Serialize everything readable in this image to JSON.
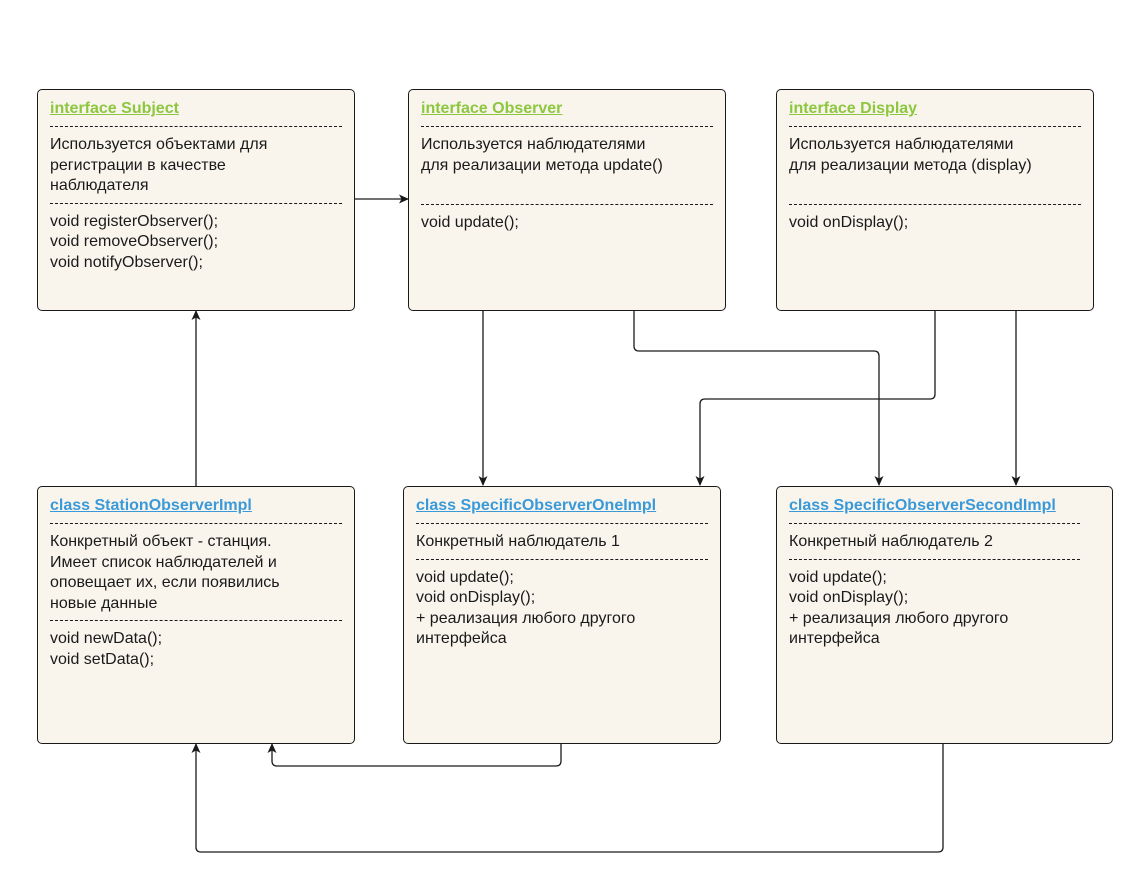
{
  "boxes": {
    "subject": {
      "title": "interface Subject",
      "description": [
        "Используется объектами для",
        "регистрации в качестве",
        "наблюдателя"
      ],
      "methods": [
        "void registerObserver();",
        "void removeObserver();",
        "void notifyObserver();"
      ]
    },
    "observer": {
      "title": "interface Observer",
      "description": [
        "Используется наблюдателями",
        "для реализации метода update()"
      ],
      "methods": [
        "void update();"
      ]
    },
    "display": {
      "title": "interface Display",
      "description": [
        "Используется наблюдателями",
        "для реализации метода (display)"
      ],
      "methods": [
        "void onDisplay();"
      ]
    },
    "station": {
      "title": "class StationObserverImpl",
      "description": [
        "Конкретный объект - станция.",
        "Имеет список наблюдателей и",
        "оповещает их, если появились",
        "новые данные"
      ],
      "methods": [
        "void newData();",
        "void setData();"
      ]
    },
    "one": {
      "title": "class SpecificObserverOneImpl",
      "description": [
        "Конкретный наблюдатель 1"
      ],
      "methods": [
        "void update();",
        "void onDisplay();",
        "+ реализация любого другого",
        "интерфейса"
      ]
    },
    "second": {
      "title": "class SpecificObserverSecondImpl",
      "description": [
        "Конкретный наблюдатель 2"
      ],
      "methods": [
        "void update();",
        "void onDisplay();",
        "+ реализация любого другого",
        "интерфейса"
      ]
    }
  },
  "colors": {
    "interface_title": "#8dc63f",
    "class_title": "#3a9ad9",
    "box_fill": "#f9f5ed",
    "stroke": "#1a1a1a"
  }
}
